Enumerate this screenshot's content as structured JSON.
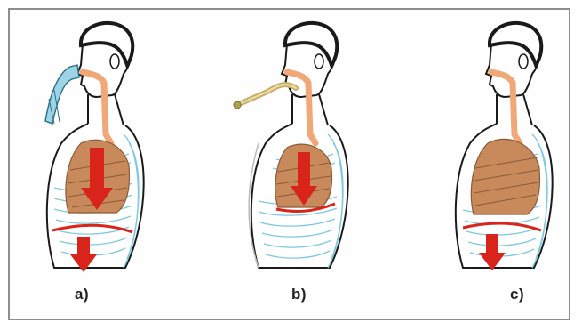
{
  "figure": {
    "panels": [
      {
        "label": "a)",
        "variant": "nose-mask",
        "arrows": [
          "lungs-down",
          "diaphragm-down"
        ]
      },
      {
        "label": "b)",
        "variant": "mouth-tube",
        "arrows": [
          "lungs-down"
        ]
      },
      {
        "label": "c)",
        "variant": "no-device",
        "arrows": [
          "diaphragm-down"
        ]
      }
    ],
    "colors": {
      "outline": "#1a1a1a",
      "airway": "#f0a878",
      "lungs": "#c88a5a",
      "lung_lines": "#8a5a38",
      "ribs": "#7fc9de",
      "arrow": "#d9241b",
      "diaphragm": "#d9241b",
      "mask": "#9fd3e6",
      "tube": "#c8b06a"
    }
  }
}
